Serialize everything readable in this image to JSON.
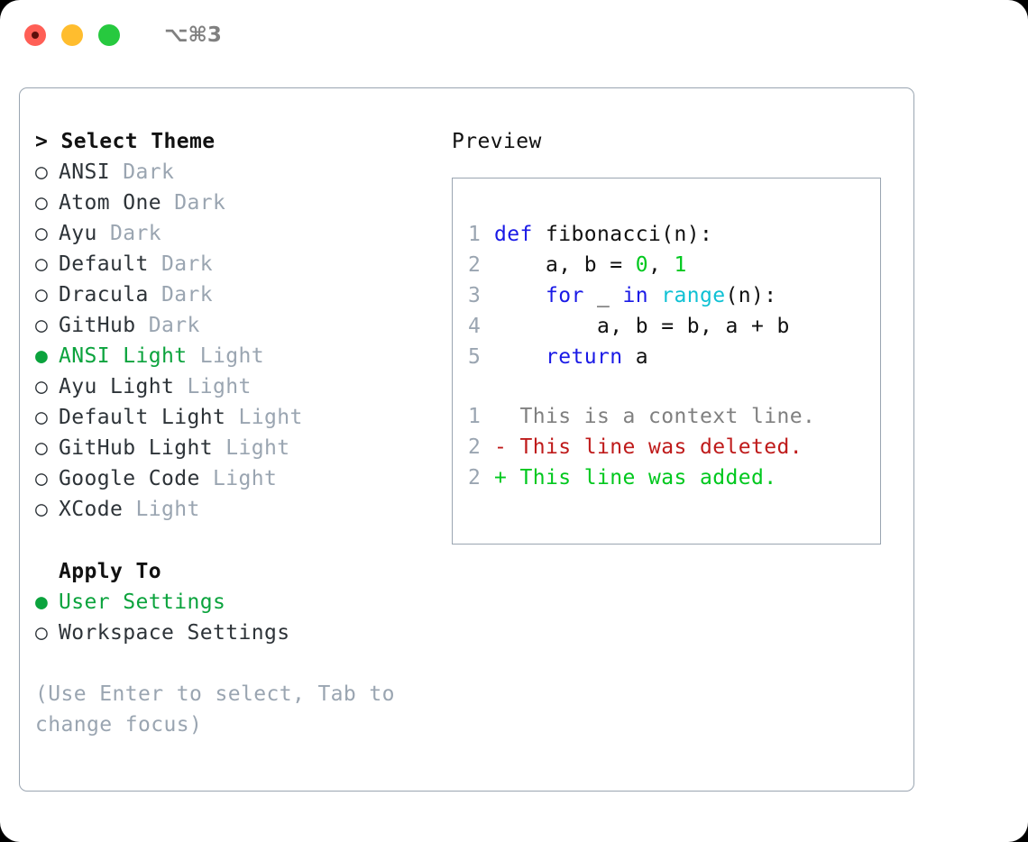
{
  "titlebar": {
    "shortcut": "⌥⌘3",
    "lights": [
      {
        "name": "close",
        "color": "#ff5f56"
      },
      {
        "name": "minimize",
        "color": "#ffbd2e"
      },
      {
        "name": "maximize",
        "color": "#27c93f"
      }
    ]
  },
  "theme_picker": {
    "header": "> Select Theme",
    "options": [
      {
        "marker": "○",
        "label": "ANSI",
        "suffix": " Dark",
        "selected": false
      },
      {
        "marker": "○",
        "label": "Atom One",
        "suffix": " Dark",
        "selected": false
      },
      {
        "marker": "○",
        "label": "Ayu",
        "suffix": " Dark",
        "selected": false
      },
      {
        "marker": "○",
        "label": "Default",
        "suffix": " Dark",
        "selected": false
      },
      {
        "marker": "○",
        "label": "Dracula",
        "suffix": " Dark",
        "selected": false
      },
      {
        "marker": "○",
        "label": "GitHub",
        "suffix": " Dark",
        "selected": false
      },
      {
        "marker": "●",
        "label": "ANSI Light",
        "suffix": " Light",
        "selected": true
      },
      {
        "marker": "○",
        "label": "Ayu Light",
        "suffix": " Light",
        "selected": false
      },
      {
        "marker": "○",
        "label": "Default Light",
        "suffix": " Light",
        "selected": false
      },
      {
        "marker": "○",
        "label": "GitHub Light",
        "suffix": " Light",
        "selected": false
      },
      {
        "marker": "○",
        "label": "Google Code",
        "suffix": " Light",
        "selected": false
      },
      {
        "marker": "○",
        "label": "XCode",
        "suffix": " Light",
        "selected": false
      }
    ]
  },
  "apply_to": {
    "title": "Apply To",
    "options": [
      {
        "marker": "●",
        "label": "User Settings",
        "selected": true
      },
      {
        "marker": "○",
        "label": "Workspace Settings",
        "selected": false
      }
    ]
  },
  "hint": "(Use Enter to select, Tab to change focus)",
  "preview": {
    "label": "Preview",
    "code_lines": [
      {
        "num": "1",
        "tokens": [
          {
            "t": "def",
            "c": "kw"
          },
          {
            "t": " fibonacci(n):",
            "c": "txt"
          }
        ]
      },
      {
        "num": "2",
        "tokens": [
          {
            "t": "    a, b = ",
            "c": "txt"
          },
          {
            "t": "0",
            "c": "num"
          },
          {
            "t": ", ",
            "c": "txt"
          },
          {
            "t": "1",
            "c": "num"
          }
        ]
      },
      {
        "num": "3",
        "tokens": [
          {
            "t": "    ",
            "c": "txt"
          },
          {
            "t": "for",
            "c": "kw"
          },
          {
            "t": " _ ",
            "c": "txt"
          },
          {
            "t": "in",
            "c": "kw"
          },
          {
            "t": " ",
            "c": "txt"
          },
          {
            "t": "range",
            "c": "fn"
          },
          {
            "t": "(n):",
            "c": "txt"
          }
        ]
      },
      {
        "num": "4",
        "tokens": [
          {
            "t": "        a, b = b, a + b",
            "c": "txt"
          }
        ]
      },
      {
        "num": "5",
        "tokens": [
          {
            "t": "    ",
            "c": "txt"
          },
          {
            "t": "return",
            "c": "kw"
          },
          {
            "t": " a",
            "c": "txt"
          }
        ]
      }
    ],
    "diff_lines": [
      {
        "num": "1",
        "sign": "  ",
        "text": "This is a context line.",
        "kind": "ctx"
      },
      {
        "num": "2",
        "sign": "- ",
        "text": "This line was deleted.",
        "kind": "del"
      },
      {
        "num": "2",
        "sign": "+ ",
        "text": "This line was added.",
        "kind": "add"
      }
    ]
  },
  "colors": {
    "accent_green": "#0ba33d",
    "muted": "#9aa5b1",
    "border": "#9aa5b1",
    "keyword": "#1a1ae6",
    "function": "#0fc1d4",
    "number": "#00c81e",
    "diff_add": "#00c81e",
    "diff_del": "#bf1b1b",
    "diff_ctx": "#808080"
  }
}
